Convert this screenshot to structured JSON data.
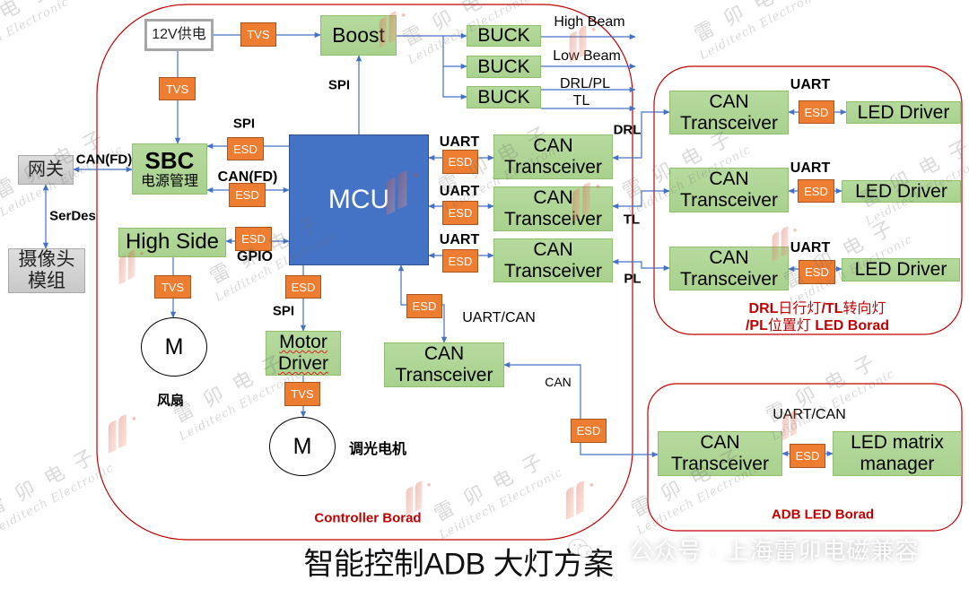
{
  "title": "智能控制ADB 大灯方案",
  "colors": {
    "block_green": "#a9d18e",
    "protection_orange": "#ed7d31",
    "mcu_blue": "#4472c4",
    "connector_blue": "#4472c4",
    "board_outline_red": "#c00000",
    "board_label_red": "#c00000",
    "external_gray": "#c8c8c8"
  },
  "controller_board": {
    "label": "Controller Borad"
  },
  "power": {
    "supply": "12V供电",
    "tvs_to_boost": "TVS",
    "tvs_to_sbc": "TVS",
    "boost": "Boost",
    "boost_link_label": "SPI"
  },
  "bucks": [
    {
      "label": "BUCK",
      "output": "High Beam"
    },
    {
      "label": "BUCK",
      "output": "Low Beam"
    },
    {
      "label": "BUCK",
      "output": "DRL/PL",
      "output2": "TL"
    }
  ],
  "sbc": {
    "title": "SBC",
    "subtitle": "电源管理",
    "spi_label": "SPI",
    "spi_esd": "ESD",
    "canfd_label": "CAN(FD)",
    "canfd_esd": "ESD"
  },
  "gateway": {
    "label": "网关",
    "link_label": "CAN(FD)",
    "serdes_label": "SerDes"
  },
  "camera": {
    "line1": "摄像头",
    "line2": "模组"
  },
  "mcu": {
    "label": "MCU"
  },
  "high_side": {
    "label": "High Side",
    "gpio_label": "GPIO",
    "gpio_esd": "ESD",
    "tvs": "TVS"
  },
  "fan": {
    "symbol": "M",
    "label": "风扇"
  },
  "motor_driver": {
    "line1": "Motor",
    "line2": "Driver",
    "spi_label": "SPI",
    "spi_esd": "ESD",
    "tvs": "TVS"
  },
  "dimming_motor": {
    "symbol": "M",
    "label": "调光电机"
  },
  "mcu_can_transceivers": [
    {
      "line1": "CAN",
      "line2": "Transceiver",
      "link_label": "UART",
      "esd": "ESD",
      "output_label": "DRL"
    },
    {
      "line1": "CAN",
      "line2": "Transceiver",
      "link_label": "UART",
      "esd": "ESD",
      "output_label": "TL"
    },
    {
      "line1": "CAN",
      "line2": "Transceiver",
      "link_label": "UART",
      "esd": "ESD",
      "output_label": "PL"
    }
  ],
  "adb_link": {
    "esd_mcu": "ESD",
    "link_label": "UART/CAN",
    "transceiver_line1": "CAN",
    "transceiver_line2": "Transceiver",
    "bus_label": "CAN",
    "bus_esd": "ESD"
  },
  "drl_board": {
    "label_line1": [
      "DRL",
      "日行灯",
      "/TL",
      "转向灯"
    ],
    "label_line2": [
      "/PL",
      "位置灯",
      " LED Borad"
    ],
    "channels": [
      {
        "transceiver_line1": "CAN",
        "transceiver_line2": "Transceiver",
        "link_label": "UART",
        "esd": "ESD",
        "driver": "LED Driver"
      },
      {
        "transceiver_line1": "CAN",
        "transceiver_line2": "Transceiver",
        "link_label": "UART",
        "esd": "ESD",
        "driver": "LED Driver"
      },
      {
        "transceiver_line1": "CAN",
        "transceiver_line2": "Transceiver",
        "link_label": "UART",
        "esd": "ESD",
        "driver": "LED Driver"
      }
    ]
  },
  "adb_board": {
    "label": "ADB LED Borad",
    "transceiver_line1": "CAN",
    "transceiver_line2": "Transceiver",
    "link_label": "UART/CAN",
    "esd": "ESD",
    "manager_line1": "LED matrix",
    "manager_line2": "manager"
  },
  "watermark": {
    "brand_cn": "雷 卯 电 子",
    "brand_en": "Leiditech Electronic",
    "wechat": "公众号 · 上海雷卯电磁兼容"
  }
}
